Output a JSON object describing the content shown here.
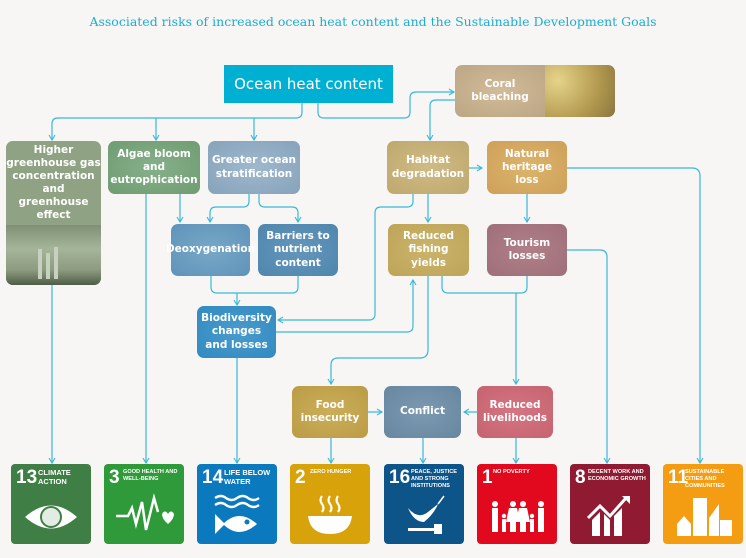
{
  "title": "Associated risks of increased ocean heat content and the Sustainable Development Goals",
  "nodes": {
    "ocean_heat_content": "Ocean heat content",
    "coral_bleaching": "Coral bleaching",
    "greenhouse": "Higher greenhouse gas concentration and greenhouse effect",
    "algae": "Algae bloom and eutrophication",
    "stratification": "Greater ocean stratification",
    "deoxygenation": "Deoxygenation",
    "barriers": "Barriers to nutrient content",
    "biodiversity": "Biodiversity changes and losses",
    "habitat": "Habitat degradation",
    "heritage": "Natural heritage loss",
    "fishing": "Reduced fishing yields",
    "tourism": "Tourism losses",
    "food": "Food insecurity",
    "conflict": "Conflict",
    "livelihoods": "Reduced livelihoods"
  },
  "sdgs": [
    {
      "number": "13",
      "label": "Climate action",
      "color": "#3f7e44",
      "icon": "eye-globe-icon"
    },
    {
      "number": "3",
      "label": "Good health and well-being",
      "color": "#2f9a3a",
      "icon": "heartbeat-icon"
    },
    {
      "number": "14",
      "label": "Life below water",
      "color": "#0a79bd",
      "icon": "fish-icon"
    },
    {
      "number": "2",
      "label": "Zero hunger",
      "color": "#d8a20a",
      "icon": "bowl-icon"
    },
    {
      "number": "16",
      "label": "Peace, justice and strong institutions",
      "color": "#0d5488",
      "icon": "dove-gavel-icon"
    },
    {
      "number": "1",
      "label": "No poverty",
      "color": "#e2091f",
      "icon": "family-icon"
    },
    {
      "number": "8",
      "label": "Decent work and economic growth",
      "color": "#8f1a31",
      "icon": "growth-chart-icon"
    },
    {
      "number": "11",
      "label": "Sustainable cities and communities",
      "color": "#f59d12",
      "icon": "city-icon"
    }
  ],
  "colors": {
    "arrow": "#3ab8d8",
    "accent": "#00b0d2"
  }
}
